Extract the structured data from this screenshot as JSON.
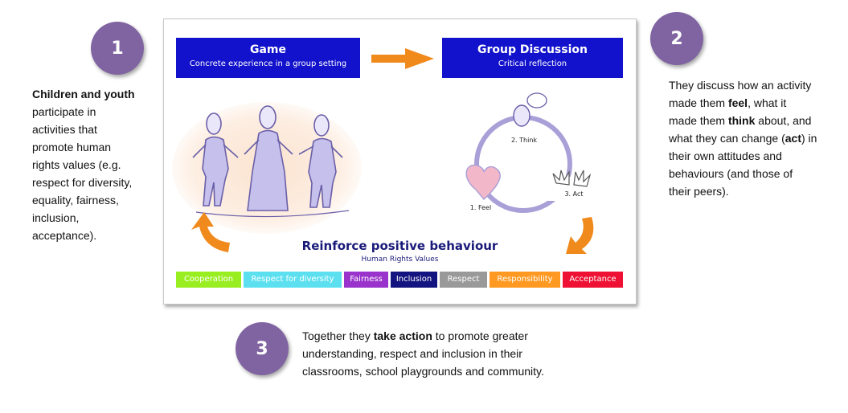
{
  "steps": [
    {
      "number": "1"
    },
    {
      "number": "2"
    },
    {
      "number": "3"
    }
  ],
  "left_text": {
    "bold1": "Children and youth",
    "rest1": " participate in activities that promote human rights values (e.g. respect for diversity, equality, fairness, inclusion, acceptance)."
  },
  "right_text": {
    "p1": "They discuss how an activity made them ",
    "feel": "feel",
    "p2": ", what it made them ",
    "think": "think",
    "p3": " about, and what they can change (",
    "act": "act",
    "p4": ") in their own attitudes and behaviours (and those of their peers)."
  },
  "bottom_text": {
    "p1": "Together they ",
    "bold": "take action",
    "p2": " to promote greater understanding, respect and inclusion in their classrooms, school playgrounds and community."
  },
  "figure": {
    "game": {
      "title": "Game",
      "subtitle": "Concrete experience in a group setting"
    },
    "discussion": {
      "title": "Group Discussion",
      "subtitle": "Critical reflection"
    },
    "cycle": {
      "think": "2. Think",
      "feel": "1. Feel",
      "act": "3. Act"
    },
    "reinforce_title": "Reinforce positive behaviour",
    "reinforce_sub": "Human Rights Values",
    "values": [
      {
        "label": "Cooperation",
        "color": "#99ee22"
      },
      {
        "label": "Respect for diversity",
        "color": "#5ce0f0"
      },
      {
        "label": "Fairness",
        "color": "#9933cc"
      },
      {
        "label": "Inclusion",
        "color": "#141480"
      },
      {
        "label": "Respect",
        "color": "#999999"
      },
      {
        "label": "Responsibility",
        "color": "#ff9922"
      },
      {
        "label": "Acceptance",
        "color": "#ee1133"
      }
    ],
    "colors": {
      "box_blue": "#1212cc",
      "arrow_orange": "#f08a1c",
      "circle_purple": "#8064a2",
      "cycle_lavender": "#a9a0d8"
    }
  }
}
